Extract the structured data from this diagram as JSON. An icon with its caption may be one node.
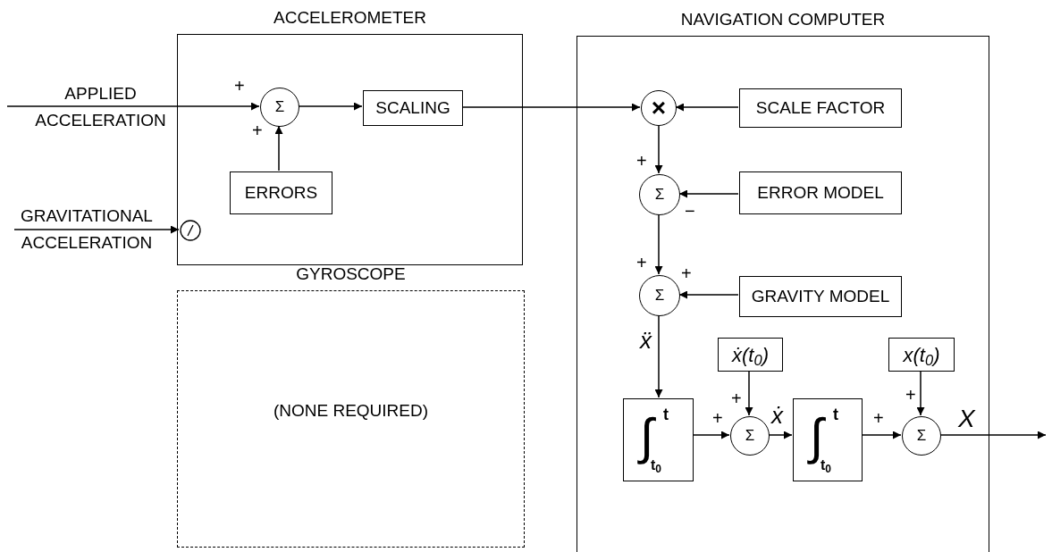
{
  "diagram": {
    "nodes": [
      {
        "text": [
          "ACCELEROMETER"
        ]
      },
      {
        "text": [
          "Σ"
        ],
        "in": 0
      },
      {
        "text": [
          "SCALING"
        ],
        "in": 0
      },
      {
        "text": [
          "ERRORS"
        ],
        "in": 0
      },
      {
        "text": [],
        "shape": "circle",
        "in": 0
      },
      {
        "text": [
          "GYROSCOPE",
          "(NONE REQUIRED)"
        ]
      },
      {
        "text": [
          "NAVIGATION COMPUTER"
        ]
      },
      {
        "text": [
          "×"
        ],
        "in": 6
      },
      {
        "text": [
          "SCALE FACTOR"
        ],
        "in": 6
      },
      {
        "text": [
          "Σ"
        ],
        "in": 6
      },
      {
        "text": [
          "ERROR MODEL"
        ],
        "in": 6
      },
      {
        "text": [
          "Σ"
        ],
        "in": 6
      },
      {
        "text": [
          "GRAVITY MODEL"
        ],
        "in": 6
      },
      {
        "text": [
          "ẋ(t$_{0}$)"
        ],
        "in": 6
      },
      {
        "text": [
          "x(t$_{0}$)"
        ],
        "in": 6
      },
      {
        "text": [
          "∫",
          "t",
          "t$_{0}$"
        ],
        "in": 6
      },
      {
        "text": [
          "Σ"
        ],
        "in": 6
      },
      {
        "text": [
          "∫",
          "t",
          "t$_{0}$"
        ],
        "in": 6
      },
      {
        "text": [
          "Σ"
        ],
        "in": 6
      }
    ],
    "edges": [
      {
        "from": null,
        "to": 1,
        "arrow": "to",
        "label": "APPLIED ACCELERATION"
      },
      {
        "from": 3,
        "to": 1,
        "arrow": "to"
      },
      {
        "from": 1,
        "to": 2,
        "arrow": "to"
      },
      {
        "from": 2,
        "to": 7,
        "arrow": "to"
      },
      {
        "from": 8,
        "to": 7,
        "arrow": "to"
      },
      {
        "from": 7,
        "to": 9,
        "arrow": "to"
      },
      {
        "from": 10,
        "to": 9,
        "arrow": "to"
      },
      {
        "from": 9,
        "to": 11,
        "arrow": "to"
      },
      {
        "from": 12,
        "to": 11,
        "arrow": "to"
      },
      {
        "from": 11,
        "to": 15,
        "arrow": "to",
        "label": "ẍ"
      },
      {
        "from": 15,
        "to": 16,
        "arrow": "to"
      },
      {
        "from": 13,
        "to": 16,
        "arrow": "to"
      },
      {
        "from": 16,
        "to": 17,
        "arrow": "to",
        "label": "ẋ"
      },
      {
        "from": 17,
        "to": 18,
        "arrow": "to"
      },
      {
        "from": 14,
        "to": 18,
        "arrow": "to"
      },
      {
        "from": 18,
        "to": null,
        "arrow": "to",
        "label": "X"
      },
      {
        "from": null,
        "to": 4,
        "arrow": "to",
        "label": "GRAVITATIONAL ACCELERATION"
      }
    ],
    "labels": [
      "+",
      "+",
      "+",
      "−",
      "+",
      "+",
      "+",
      "+",
      "+",
      "+"
    ]
  }
}
